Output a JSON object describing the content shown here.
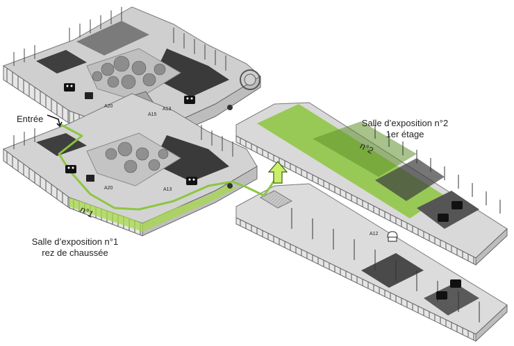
{
  "labels": {
    "entrance": "Entrée",
    "hall1_title": "Salle d’exposition n°1",
    "hall1_sub": "rez de chaussée",
    "hall2_title": "Salle d’exposition n°2",
    "hall2_sub": "1er étage",
    "hall1_num": "n°1",
    "hall2_num": "n°2"
  },
  "room_codes": {
    "upper": [
      "A20",
      "A15",
      "A13"
    ],
    "lower": [
      "A20",
      "A13"
    ],
    "gallery": "A12"
  },
  "colors": {
    "route_green": "#8cc63f",
    "route_green_fill": "#a6d84a",
    "arrow_fill": "#c9ef6a",
    "floor_dark": "#4a4a4a",
    "floor_mid": "#9a9a9a",
    "floor_light": "#d6d6d6"
  },
  "icons": [
    "toilets-icon",
    "elevator-icon",
    "cafe-icon",
    "up-arrow-icon"
  ]
}
